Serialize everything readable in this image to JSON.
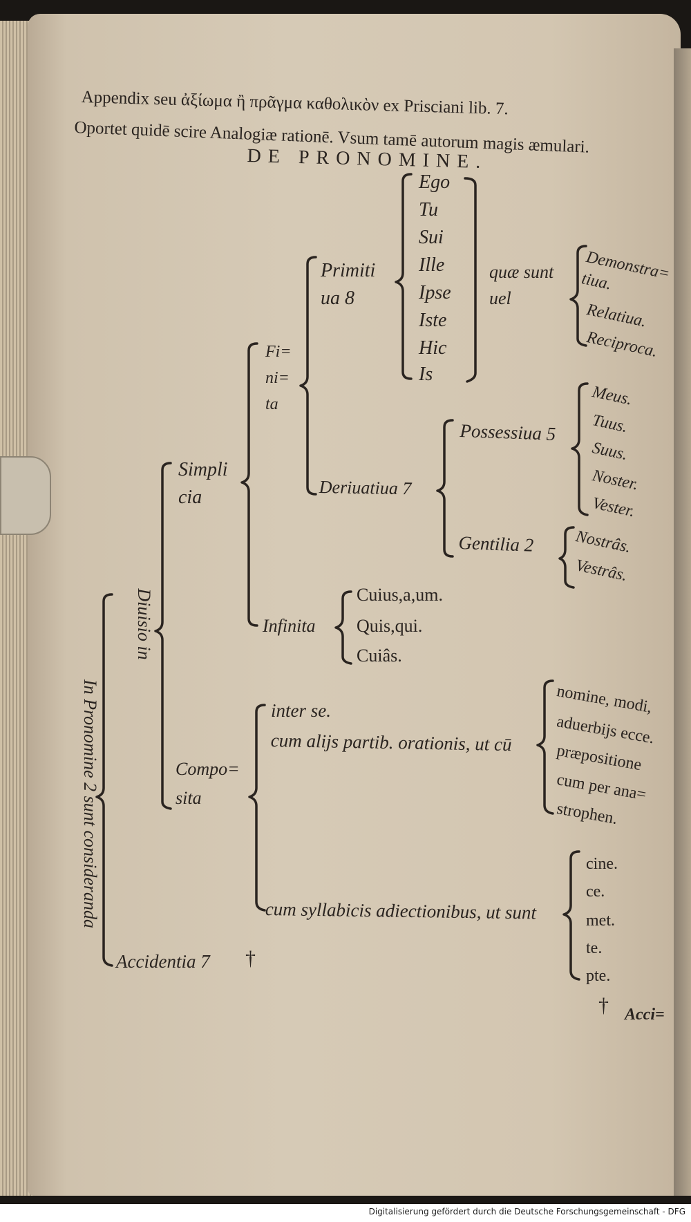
{
  "header": {
    "line1": "Appendix seu ἀξίωμα ἢ πρᾶγμα καθολικὸν ex Prisciani lib. 7.",
    "line2": "Oportet quidē scire Analogiæ rationē. Vsum tamē autorum magis æmulari.",
    "title": "DE PRONOMINE."
  },
  "tree": {
    "root_vertical": "In Pronomine 2 sunt consideranda",
    "divisio_vertical": "Diuisio in",
    "simplicia": "Simpli cia",
    "finita": "Fi= ni= ta",
    "primitiua": "Primiti ua 8",
    "primitiua_list": [
      "Ego",
      "Tu",
      "Sui",
      "Ille",
      "Ipse",
      "Iste",
      "Hic",
      "Is"
    ],
    "quae_sunt": "quæ sunt uel",
    "primitiua_types": [
      "Demonstra= tiua.",
      "Relatiua.",
      "Reciproca."
    ],
    "deriuatiua": "Deriuatiua 7",
    "possessiua": "Possessiua 5",
    "possessiua_list": [
      "Meus.",
      "Tuus.",
      "Suus.",
      "Noster.",
      "Vester."
    ],
    "gentilia": "Gentilia 2",
    "gentilia_list": [
      "Nostrâs.",
      "Vestrâs."
    ],
    "infinita": "Infinita",
    "infinita_list": [
      "Cuius,a,um.",
      "Quis,qui.",
      "Cuiâs."
    ],
    "composita": "Compo= sita",
    "inter_se": "inter se.",
    "cum_alijs": "cum alijs partib. orationis, ut cū",
    "cum_alijs_list": [
      "nomine, modi,",
      "aduerbijs ecce.",
      "præpositione",
      "cum per ana=",
      "strophen."
    ],
    "cum_syllabicis": "cum syllabicis adiectionibus, ut sunt",
    "syllabicis_list": [
      "cine.",
      "ce.",
      "met.",
      "te.",
      "pte."
    ],
    "accidentia": "Accidentia 7",
    "dagger": "†",
    "catchword": "Acci="
  },
  "footer": {
    "text": "Digitalisierung gefördert durch die Deutsche Forschungsgemeinschaft - DFG"
  }
}
